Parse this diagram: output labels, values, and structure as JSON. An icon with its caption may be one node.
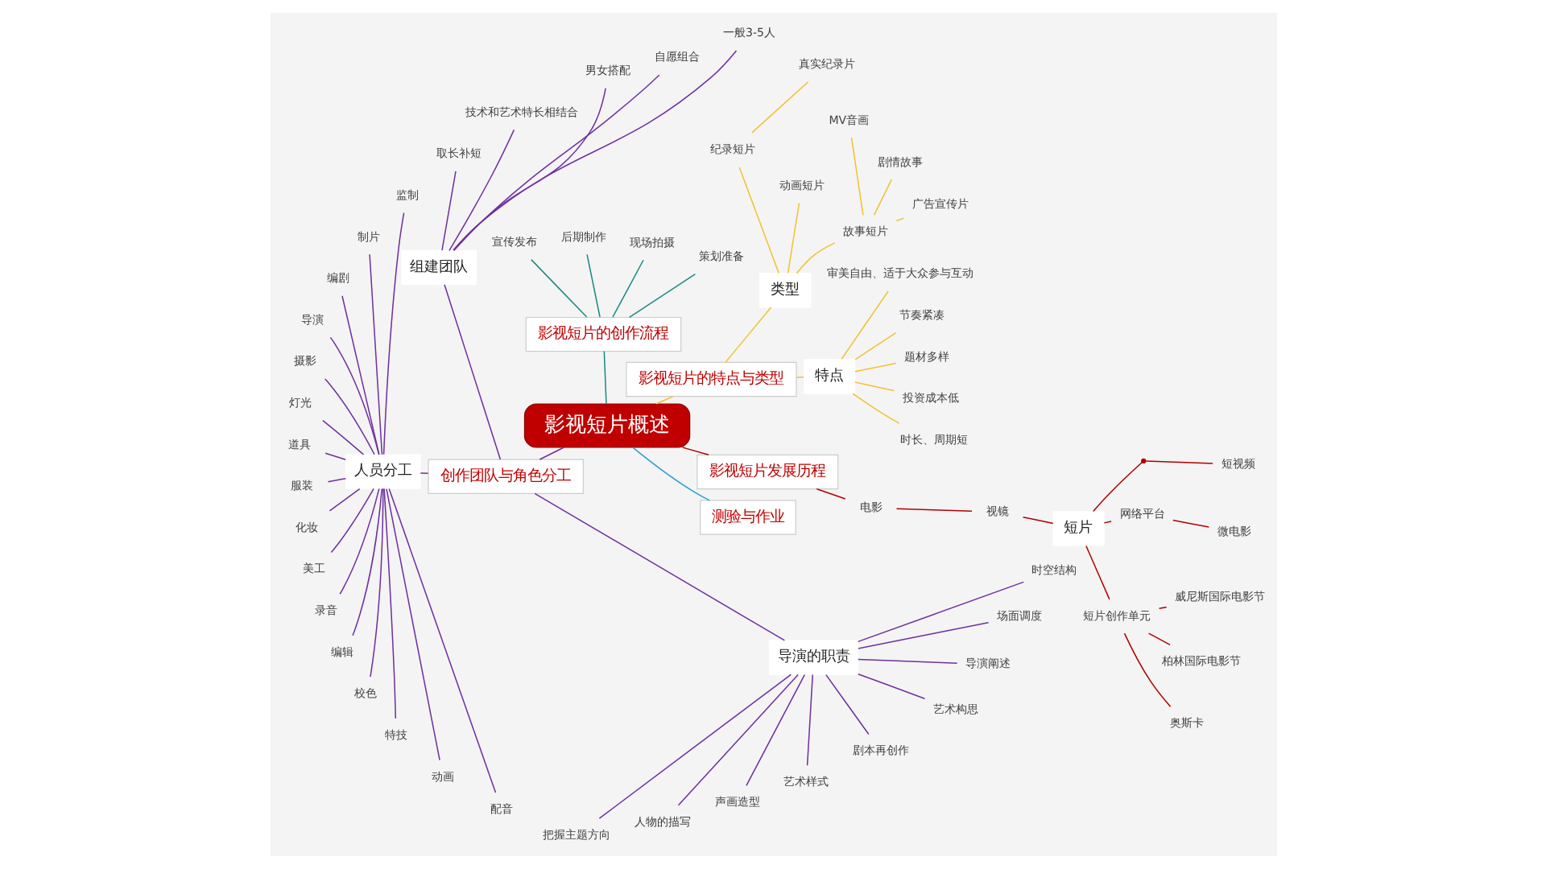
{
  "diagram": {
    "nodes": [
      {
        "text": [
          "影视短片概述"
        ]
      },
      {
        "text": [
          "影视短片的特点与类型"
        ]
      },
      {
        "text": [
          "特点"
        ]
      },
      {
        "text": [
          "时长、周期短"
        ]
      },
      {
        "text": [
          "投资成本低"
        ]
      },
      {
        "text": [
          "题材多样"
        ]
      },
      {
        "text": [
          "节奏紧凑"
        ]
      },
      {
        "text": [
          "审美自由、适于大众参与互动"
        ]
      },
      {
        "text": [
          "类型"
        ]
      },
      {
        "text": [
          "故事短片"
        ]
      },
      {
        "text": [
          "动画短片"
        ]
      },
      {
        "text": [
          "纪录短片"
        ]
      },
      {
        "text": [
          "广告宣传片"
        ]
      },
      {
        "text": [
          "剧情故事"
        ]
      },
      {
        "text": [
          "MV音画"
        ]
      },
      {
        "text": [
          "真实纪录片"
        ]
      },
      {
        "text": [
          "影视短片的创作流程"
        ]
      },
      {
        "text": [
          "策划准备"
        ]
      },
      {
        "text": [
          "现场拍摄"
        ]
      },
      {
        "text": [
          "后期制作"
        ]
      },
      {
        "text": [
          "宣传发布"
        ]
      },
      {
        "text": [
          "创作团队与角色分工"
        ]
      },
      {
        "text": [
          "组建团队"
        ]
      },
      {
        "text": [
          "一般3-5人"
        ]
      },
      {
        "text": [
          "自愿组合"
        ]
      },
      {
        "text": [
          "男女搭配"
        ]
      },
      {
        "text": [
          "技术和艺术特长相结合"
        ]
      },
      {
        "text": [
          "取长补短"
        ]
      },
      {
        "text": [
          "人员分工"
        ]
      },
      {
        "text": [
          "监制"
        ]
      },
      {
        "text": [
          "制片"
        ]
      },
      {
        "text": [
          "编剧"
        ]
      },
      {
        "text": [
          "导演"
        ]
      },
      {
        "text": [
          "摄影"
        ]
      },
      {
        "text": [
          "灯光"
        ]
      },
      {
        "text": [
          "道具"
        ]
      },
      {
        "text": [
          "服装"
        ]
      },
      {
        "text": [
          "化妆"
        ]
      },
      {
        "text": [
          "美工"
        ]
      },
      {
        "text": [
          "录音"
        ]
      },
      {
        "text": [
          "编辑"
        ]
      },
      {
        "text": [
          "校色"
        ]
      },
      {
        "text": [
          "特技"
        ]
      },
      {
        "text": [
          "动画"
        ]
      },
      {
        "text": [
          "配音"
        ]
      },
      {
        "text": [
          "导演的职责"
        ]
      },
      {
        "text": [
          "把握主题方向"
        ]
      },
      {
        "text": [
          "人物的描写"
        ]
      },
      {
        "text": [
          "声画造型"
        ]
      },
      {
        "text": [
          "艺术样式"
        ]
      },
      {
        "text": [
          "剧本再创作"
        ]
      },
      {
        "text": [
          "艺术构思"
        ]
      },
      {
        "text": [
          "导演阐述"
        ]
      },
      {
        "text": [
          "场面调度"
        ]
      },
      {
        "text": [
          "时空结构"
        ]
      },
      {
        "text": [
          "测验与作业"
        ]
      },
      {
        "text": [
          "影视短片发展历程"
        ]
      },
      {
        "text": [
          "电影"
        ]
      },
      {
        "text": [
          "视镜"
        ]
      },
      {
        "text": [
          "短片"
        ]
      },
      {
        "text": [
          "短片创作单元"
        ]
      },
      {
        "text": [
          "奥斯卡"
        ]
      },
      {
        "text": [
          "柏林国际电影节"
        ]
      },
      {
        "text": [
          "威尼斯国际电影节"
        ]
      },
      {
        "text": [
          "网络平台"
        ]
      },
      {
        "text": [
          "微电影"
        ]
      },
      {
        "text": [],
        "shape": "point"
      },
      {
        "text": [
          "短视频"
        ]
      }
    ],
    "edges": [
      {
        "from": 0,
        "to": 1,
        "arrow": "none",
        "color": "#f2c230"
      },
      {
        "from": 1,
        "to": 2,
        "arrow": "none",
        "color": "#f2c230"
      },
      {
        "from": 2,
        "to": 3,
        "arrow": "none",
        "color": "#f2c230"
      },
      {
        "from": 2,
        "to": 4,
        "arrow": "none",
        "color": "#f2c230"
      },
      {
        "from": 2,
        "to": 5,
        "arrow": "none",
        "color": "#f2c230"
      },
      {
        "from": 2,
        "to": 6,
        "arrow": "none",
        "color": "#f2c230"
      },
      {
        "from": 2,
        "to": 7,
        "arrow": "none",
        "color": "#f2c230"
      },
      {
        "from": 1,
        "to": 8,
        "arrow": "none",
        "color": "#f2c230"
      },
      {
        "from": 8,
        "to": 9,
        "arrow": "none",
        "color": "#f2c230"
      },
      {
        "from": 8,
        "to": 10,
        "arrow": "none",
        "color": "#f2c230"
      },
      {
        "from": 8,
        "to": 11,
        "arrow": "none",
        "color": "#f2c230"
      },
      {
        "from": 9,
        "to": 12,
        "arrow": "none",
        "color": "#f2c230"
      },
      {
        "from": 9,
        "to": 13,
        "arrow": "none",
        "color": "#f2c230"
      },
      {
        "from": 9,
        "to": 14,
        "arrow": "none",
        "color": "#f2c230"
      },
      {
        "from": 11,
        "to": 15,
        "arrow": "none",
        "color": "#f2c230"
      },
      {
        "from": 0,
        "to": 16,
        "arrow": "none",
        "color": "#1a8a86"
      },
      {
        "from": 16,
        "to": 17,
        "arrow": "none",
        "color": "#1a8a86"
      },
      {
        "from": 16,
        "to": 18,
        "arrow": "none",
        "color": "#1a8a86"
      },
      {
        "from": 16,
        "to": 19,
        "arrow": "none",
        "color": "#1a8a86"
      },
      {
        "from": 16,
        "to": 20,
        "arrow": "none",
        "color": "#1a8a86"
      },
      {
        "from": 0,
        "to": 21,
        "arrow": "none"
      },
      {
        "from": 21,
        "to": 22,
        "arrow": "none"
      },
      {
        "from": 22,
        "to": 23,
        "arrow": "none"
      },
      {
        "from": 22,
        "to": 24,
        "arrow": "none"
      },
      {
        "from": 22,
        "to": 25,
        "arrow": "none"
      },
      {
        "from": 22,
        "to": 26,
        "arrow": "none"
      },
      {
        "from": 22,
        "to": 27,
        "arrow": "none"
      },
      {
        "from": 21,
        "to": 28,
        "arrow": "none"
      },
      {
        "from": 28,
        "to": 29,
        "arrow": "none"
      },
      {
        "from": 28,
        "to": 30,
        "arrow": "none"
      },
      {
        "from": 28,
        "to": 31,
        "arrow": "none"
      },
      {
        "from": 28,
        "to": 32,
        "arrow": "none"
      },
      {
        "from": 28,
        "to": 33,
        "arrow": "none"
      },
      {
        "from": 28,
        "to": 34,
        "arrow": "none"
      },
      {
        "from": 28,
        "to": 35,
        "arrow": "none"
      },
      {
        "from": 28,
        "to": 36,
        "arrow": "none"
      },
      {
        "from": 28,
        "to": 37,
        "arrow": "none"
      },
      {
        "from": 28,
        "to": 38,
        "arrow": "none"
      },
      {
        "from": 28,
        "to": 39,
        "arrow": "none"
      },
      {
        "from": 28,
        "to": 40,
        "arrow": "none"
      },
      {
        "from": 28,
        "to": 41,
        "arrow": "none"
      },
      {
        "from": 28,
        "to": 42,
        "arrow": "none"
      },
      {
        "from": 28,
        "to": 43,
        "arrow": "none"
      },
      {
        "from": 28,
        "to": 44,
        "arrow": "none"
      },
      {
        "from": 21,
        "to": 45,
        "arrow": "none"
      },
      {
        "from": 45,
        "to": 46,
        "arrow": "none"
      },
      {
        "from": 45,
        "to": 47,
        "arrow": "none"
      },
      {
        "from": 45,
        "to": 48,
        "arrow": "none"
      },
      {
        "from": 45,
        "to": 49,
        "arrow": "none"
      },
      {
        "from": 45,
        "to": 50,
        "arrow": "none"
      },
      {
        "from": 45,
        "to": 51,
        "arrow": "none"
      },
      {
        "from": 45,
        "to": 52,
        "arrow": "none"
      },
      {
        "from": 45,
        "to": 53,
        "arrow": "none"
      },
      {
        "from": 45,
        "to": 54,
        "arrow": "none"
      },
      {
        "from": 0,
        "to": 55,
        "arrow": "none",
        "color": "#2a9fd6"
      },
      {
        "from": 0,
        "to": 56,
        "arrow": "none",
        "color": "#b00000"
      },
      {
        "from": 56,
        "to": 57,
        "arrow": "none",
        "color": "#b00000"
      },
      {
        "from": 57,
        "to": 58,
        "arrow": "none",
        "color": "#b00000"
      },
      {
        "from": 58,
        "to": 59,
        "arrow": "none",
        "color": "#b00000"
      },
      {
        "from": 59,
        "to": 60,
        "arrow": "none",
        "color": "#b00000"
      },
      {
        "from": 60,
        "to": 61,
        "arrow": "none",
        "color": "#b00000"
      },
      {
        "from": 60,
        "to": 62,
        "arrow": "none",
        "color": "#b00000"
      },
      {
        "from": 60,
        "to": 63,
        "arrow": "none",
        "color": "#b00000"
      },
      {
        "from": 59,
        "to": 64,
        "arrow": "none",
        "color": "#b00000"
      },
      {
        "from": 64,
        "to": 65,
        "arrow": "none",
        "color": "#b00000"
      },
      {
        "from": 59,
        "to": 66,
        "arrow": "none",
        "color": "#b00000"
      },
      {
        "from": 66,
        "to": 67,
        "arrow": "none",
        "color": "#b00000"
      }
    ]
  }
}
